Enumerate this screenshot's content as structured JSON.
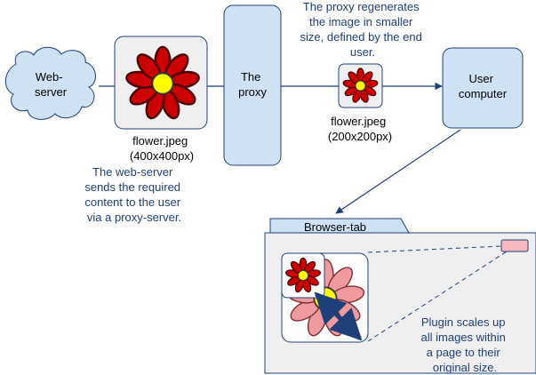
{
  "nodes": {
    "web_server": [
      "Web-",
      "server"
    ],
    "proxy": [
      "The",
      "proxy"
    ],
    "user_computer": [
      "User",
      "computer"
    ],
    "browser_tab": "Browser-tab"
  },
  "images": {
    "original_name": "flower.jpeg",
    "original_size": "(400x400px)",
    "reduced_name": "flower.jpeg",
    "reduced_size": "(200x200px)"
  },
  "notes": {
    "web_server": [
      "The web-server",
      "sends the required",
      "content to the user",
      "via a proxy-server."
    ],
    "proxy": [
      "The proxy regenerates",
      "the image in smaller",
      "size, defined by the end",
      "user."
    ],
    "plugin": [
      "Plugin scales up",
      "all images within",
      "a page to their",
      "original size."
    ]
  },
  "colors": {
    "node_fill": "#cfe2f3",
    "node_stroke": "#1f3f7a",
    "note_text": "#1f3f7a",
    "arrow": "#1f3f7a",
    "petal": "#cc0000",
    "petal_scaled": "#ee9a9e",
    "flower_center": "#ffff00",
    "box_fill": "#efefef",
    "plugin_button": "#f4b8bf"
  },
  "icons": {
    "cloud": "cloud-shape",
    "flower": "flower-icon",
    "scale_arrow": "double-headed-arrow-icon"
  }
}
